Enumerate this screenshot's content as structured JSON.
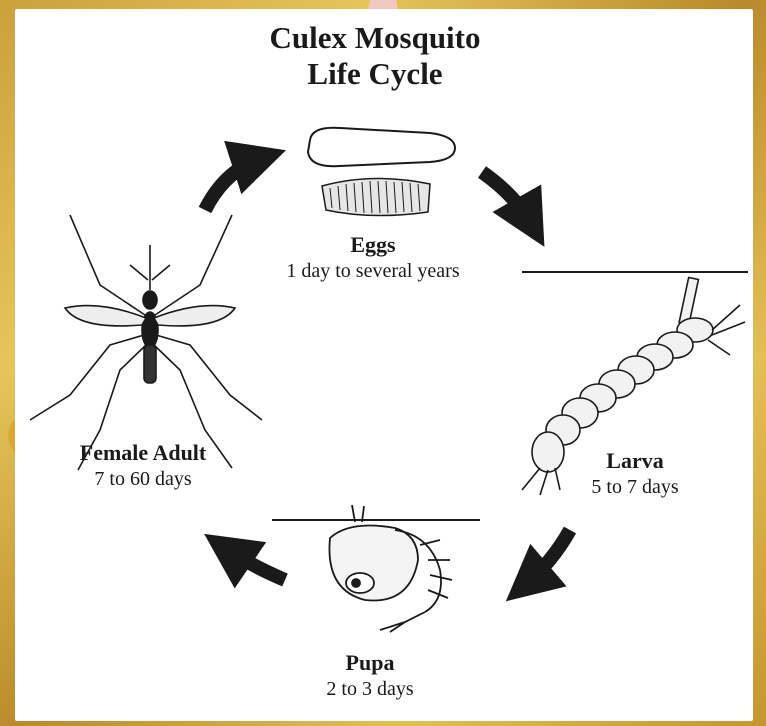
{
  "title": {
    "line1": "Culex Mosquito",
    "line2": "Life Cycle"
  },
  "stages": {
    "eggs": {
      "name": "Eggs",
      "duration": "1 day to several years"
    },
    "larva": {
      "name": "Larva",
      "duration": "5 to 7 days"
    },
    "pupa": {
      "name": "Pupa",
      "duration": "2 to 3 days"
    },
    "adult": {
      "name": "Female Adult",
      "duration": "7 to 60 days"
    }
  },
  "colors": {
    "ink": "#1a1a1a",
    "panel": "#ffffff",
    "frame": "#d4a83a"
  }
}
